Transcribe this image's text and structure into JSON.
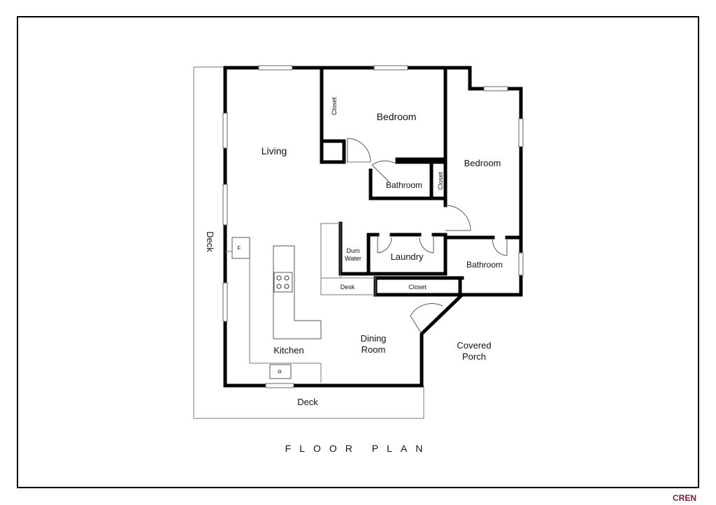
{
  "labels": {
    "living": "Living",
    "bedroom_1": "Bedroom",
    "bedroom_2": "Bedroom",
    "closet_1": "Closet",
    "closet_2": "Closet",
    "closet_3": "Closet",
    "bathroom_1": "Bathroom",
    "bathroom_2": "Bathroom",
    "dum_water_1": "Dum",
    "dum_water_2": "Water",
    "laundry": "Laundry",
    "desk": "Desk",
    "kitchen": "Kitchen",
    "dining_1": "Dining",
    "dining_2": "Room",
    "porch_1": "Covered",
    "porch_2": "Porch",
    "deck_left": "Deck",
    "deck_bottom": "Deck",
    "fridge": "F"
  },
  "caption": "FLOOR PLAN",
  "logo": {
    "text": "CREN",
    "color": "#7a1f2e"
  }
}
